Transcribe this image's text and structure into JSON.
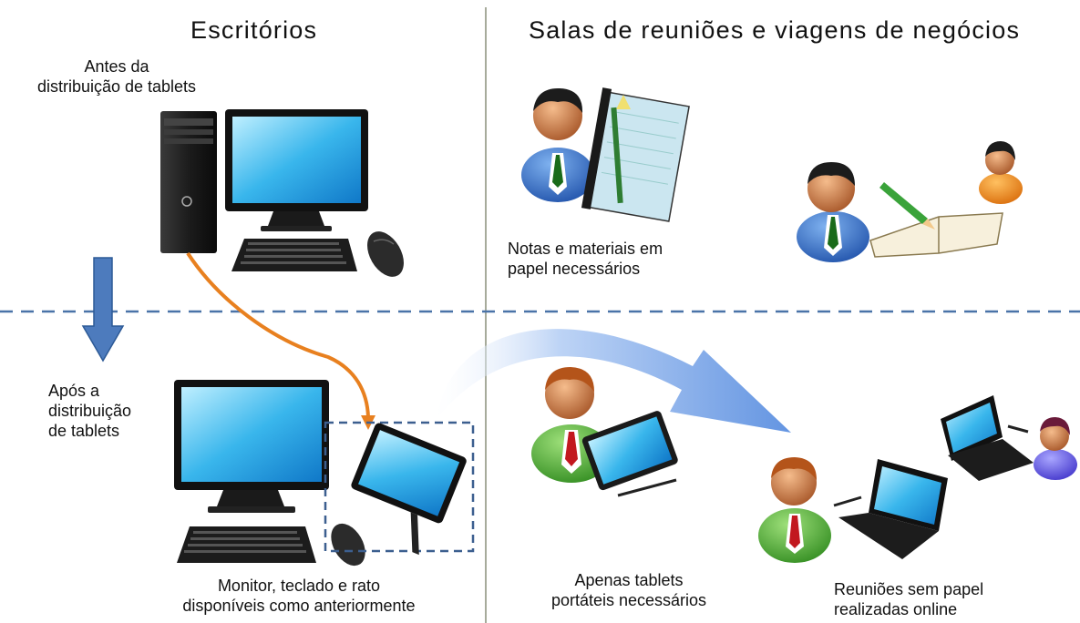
{
  "headings": {
    "offices": "Escritórios",
    "meetings": "Salas de reuniões e viagens de negócios"
  },
  "labels": {
    "before": "Antes da\ndistribuição de tablets",
    "after": "Após a\ndistribuição\nde tablets",
    "paper_needed": "Notas e materiais em\npapel necessários",
    "peripherals": "Monitor, teclado e rato\ndisponíveis como anteriormente",
    "tablets_only": "Apenas tablets\nportáteis necessários",
    "paperless": "Reuniões sem papel\nrealizadas online"
  },
  "colors": {
    "divider": "#8a8f7a",
    "dashed_line": "#4a73a8",
    "down_arrow": "#4d7bbd",
    "orange_arrow": "#e8801f",
    "big_arrow": "#6e9be0"
  }
}
